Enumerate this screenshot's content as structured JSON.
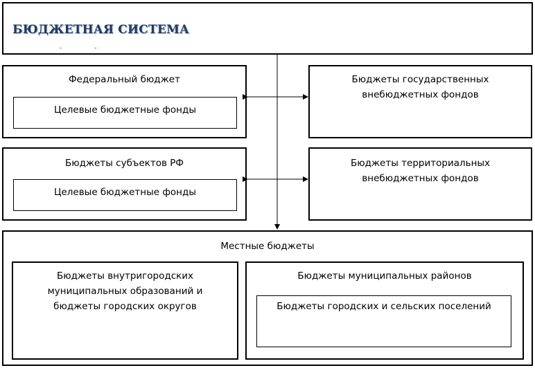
{
  "header": {
    "title": "БЮДЖЕТНАЯ СИСТЕМА"
  },
  "federal": {
    "title": "Федеральный бюджет",
    "inner": "Целевые бюджетные фонды"
  },
  "state_funds": {
    "lines": [
      "Бюджеты государственных",
      "внебюджетных фондов"
    ]
  },
  "subjects": {
    "title": "Бюджеты субъектов РФ",
    "inner": "Целевые бюджетные фонды"
  },
  "territorial_funds": {
    "lines": [
      "Бюджеты территориальных",
      "внебюджетных фондов"
    ]
  },
  "local": {
    "title": "Местные бюджеты",
    "intracity": {
      "lines": [
        "Бюджеты внутригородских",
        "муниципальных образований и",
        "бюджеты городских округов"
      ]
    },
    "districts": {
      "title": "Бюджеты муниципальных районов",
      "inner": "Бюджеты городских и сельских поселений"
    }
  },
  "colors": {
    "title": "#1f3a64",
    "border": "#000000"
  }
}
